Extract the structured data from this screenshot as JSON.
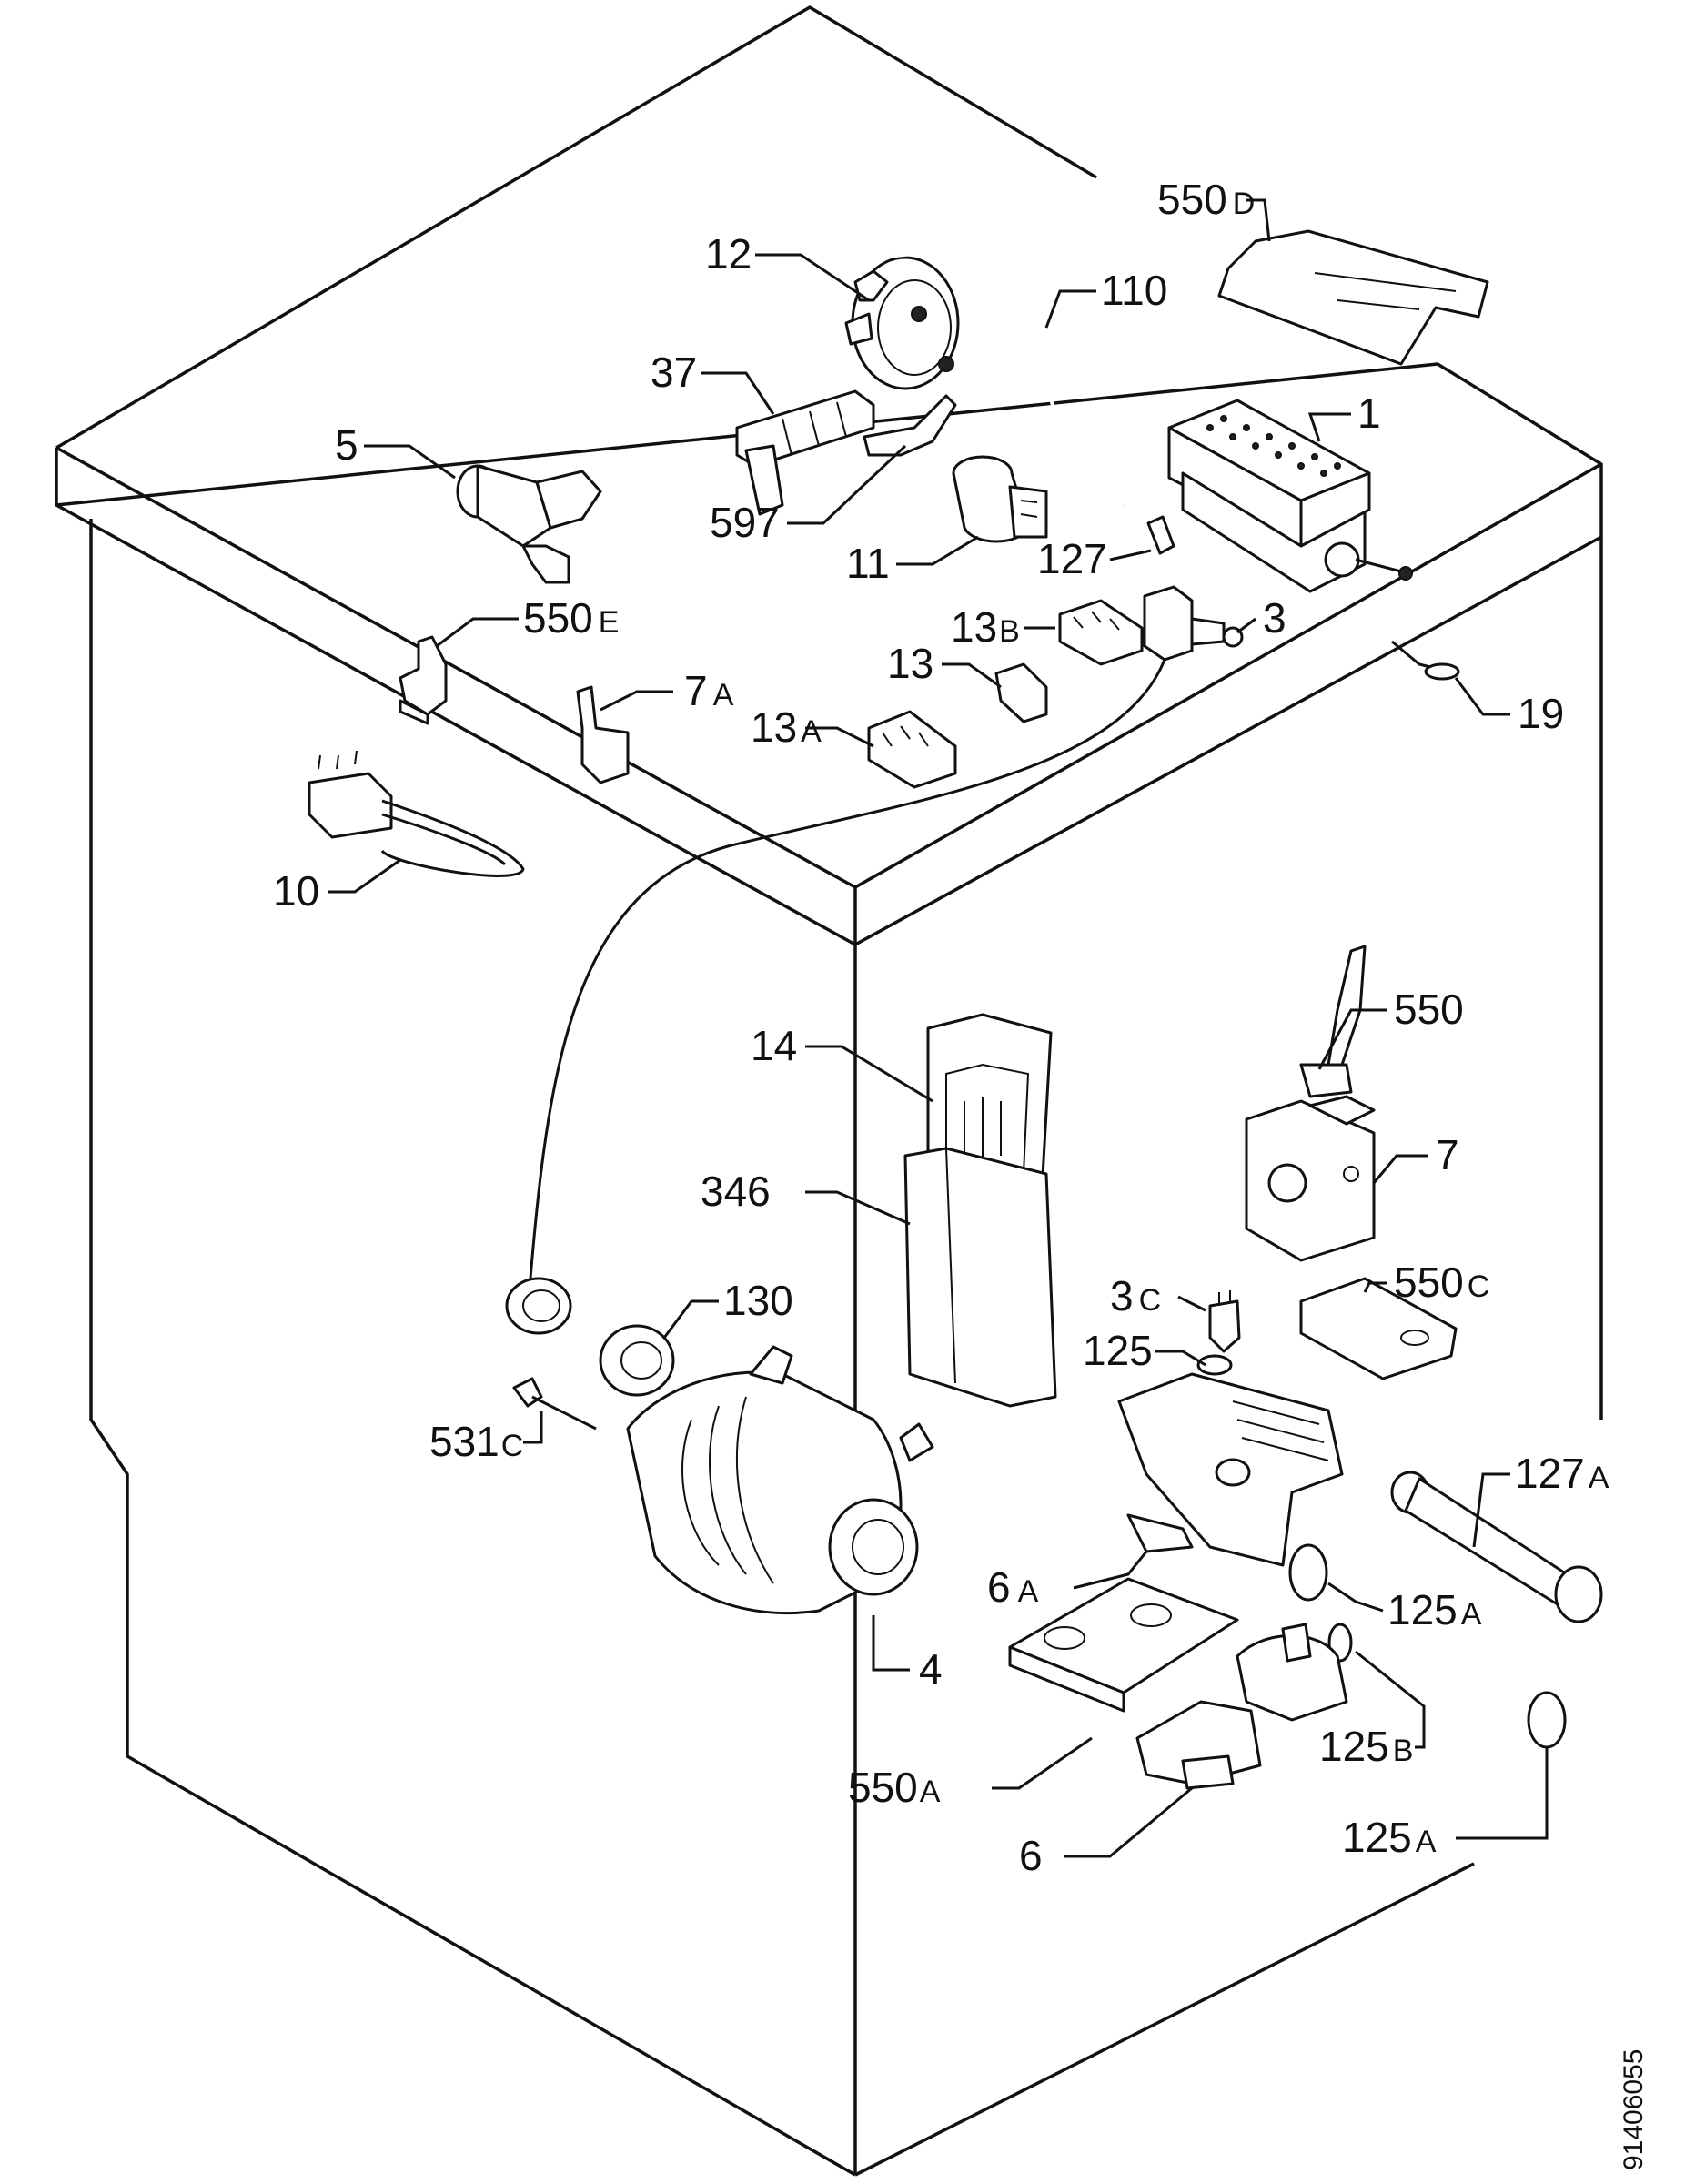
{
  "drawing_number": "91406055",
  "labels": {
    "p550d": "550",
    "p550d_s": "D",
    "p12": "12",
    "p110": "110",
    "p37": "37",
    "p1": "1",
    "p5": "5",
    "p597": "597",
    "p11": "11",
    "p127": "127",
    "p550e": "550",
    "p550e_s": "E",
    "p13b": "13",
    "p13b_s": "B",
    "p3": "3",
    "p7a": "7",
    "p7a_s": "A",
    "p13": "13",
    "p19": "19",
    "p13a": "13",
    "p13a_s": "A",
    "p10": "10",
    "p550": "550",
    "p14": "14",
    "p7": "7",
    "p346": "346",
    "p130": "130",
    "p3c": "3",
    "p3c_s": "C",
    "p550c": "550",
    "p550c_s": "C",
    "p125": "125",
    "p531c": "531",
    "p531c_s": "C",
    "p127a": "127",
    "p127a_s": "A",
    "p6a": "6",
    "p6a_s": "A",
    "p125a1": "125",
    "p125a1_s": "A",
    "p4": "4",
    "p125b": "125",
    "p125b_s": "B",
    "p550a": "550",
    "p550a_s": "A",
    "p6": "6",
    "p125a2": "125",
    "p125a2_s": "A"
  }
}
